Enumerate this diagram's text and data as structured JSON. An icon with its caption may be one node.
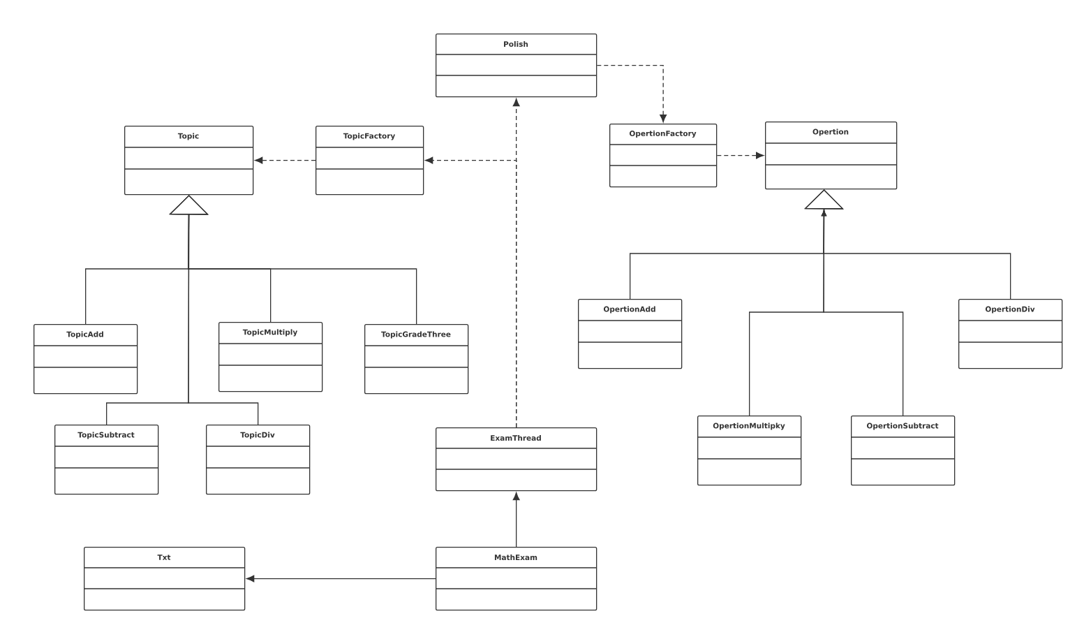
{
  "diagram": {
    "nodes": [
      {
        "text": [
          "Polish"
        ]
      },
      {
        "text": [
          "Topic"
        ]
      },
      {
        "text": [
          "TopicFactory"
        ]
      },
      {
        "text": [
          "OpertionFactory"
        ]
      },
      {
        "text": [
          "Opertion"
        ]
      },
      {
        "text": [
          "TopicAdd"
        ]
      },
      {
        "text": [
          "TopicMultiply"
        ]
      },
      {
        "text": [
          "TopicGradeThree"
        ]
      },
      {
        "text": [
          "OpertionAdd"
        ]
      },
      {
        "text": [
          "OpertionDiv"
        ]
      },
      {
        "text": [
          "TopicSubtract"
        ]
      },
      {
        "text": [
          "TopicDiv"
        ]
      },
      {
        "text": [
          "ExamThread"
        ]
      },
      {
        "text": [
          "OpertionMultipky"
        ]
      },
      {
        "text": [
          "OpertionSubtract"
        ]
      },
      {
        "text": [
          "Txt"
        ]
      },
      {
        "text": [
          "MathExam"
        ]
      }
    ],
    "edges": [
      {
        "from": 0,
        "to": 3,
        "arrow": "to",
        "style": "dashed"
      },
      {
        "from": 2,
        "to": 1,
        "arrow": "to",
        "style": "dashed"
      },
      {
        "from": 12,
        "to": 0,
        "arrow": "to",
        "style": "dashed"
      },
      {
        "from": 12,
        "to": 2,
        "arrow": "to",
        "style": "dashed"
      },
      {
        "from": 3,
        "to": 4,
        "arrow": "to",
        "style": "dashed"
      },
      {
        "from": 5,
        "to": 1,
        "arrow": "to"
      },
      {
        "from": 6,
        "to": 1,
        "arrow": "to"
      },
      {
        "from": 7,
        "to": 1,
        "arrow": "to"
      },
      {
        "from": 10,
        "to": 1,
        "arrow": "to"
      },
      {
        "from": 11,
        "to": 1,
        "arrow": "to"
      },
      {
        "from": 8,
        "to": 4,
        "arrow": "to"
      },
      {
        "from": 9,
        "to": 4,
        "arrow": "to"
      },
      {
        "from": 13,
        "to": 4,
        "arrow": "to"
      },
      {
        "from": 14,
        "to": 4,
        "arrow": "to"
      },
      {
        "from": 16,
        "to": 12,
        "arrow": "to"
      },
      {
        "from": 16,
        "to": 15,
        "arrow": "to"
      }
    ]
  }
}
